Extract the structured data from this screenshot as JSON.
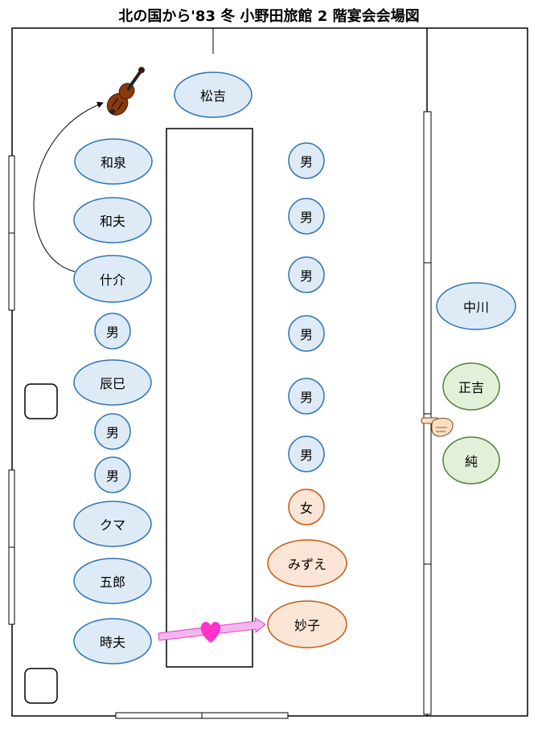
{
  "title": "北の国から'83 冬  小野田旅館 2 階宴会会場図",
  "colors": {
    "blue_fill": "#deebf7",
    "blue_stroke": "#2e75b6",
    "orange_fill": "#fbe5d6",
    "orange_stroke": "#c55a11",
    "green_fill": "#e2f0d9",
    "green_stroke": "#548235",
    "heart": "#ff33cc",
    "arrow_fill": "#f4b6f0",
    "arrow_stroke": "#e040c0"
  },
  "icons": [
    "violin-icon",
    "pointing-hand-icon",
    "heart-icon"
  ],
  "seats": {
    "matsukichi": "松吉",
    "izumi": "和泉",
    "kazuo": "和夫",
    "jusuke": "什介",
    "man_l1": "男",
    "tatsumi": "辰巳",
    "man_l2": "男",
    "man_l3": "男",
    "kuma": "クマ",
    "goro": "五郎",
    "tokio": "時夫",
    "man_r1": "男",
    "man_r2": "男",
    "man_r3": "男",
    "man_r4": "男",
    "man_r5": "男",
    "man_r6": "男",
    "woman": "女",
    "mizue": "みずえ",
    "taeko": "妙子",
    "nakagawa": "中川",
    "masakichi": "正吉",
    "jun": "純"
  }
}
